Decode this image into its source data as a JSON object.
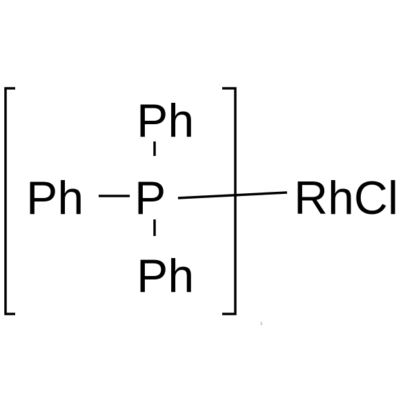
{
  "structure": {
    "phenyl_top": "Ph",
    "phenyl_left": "Ph",
    "phenyl_bottom": "Ph",
    "phosphorus": "P",
    "metal_group": "RhCl",
    "subscript": "3"
  }
}
